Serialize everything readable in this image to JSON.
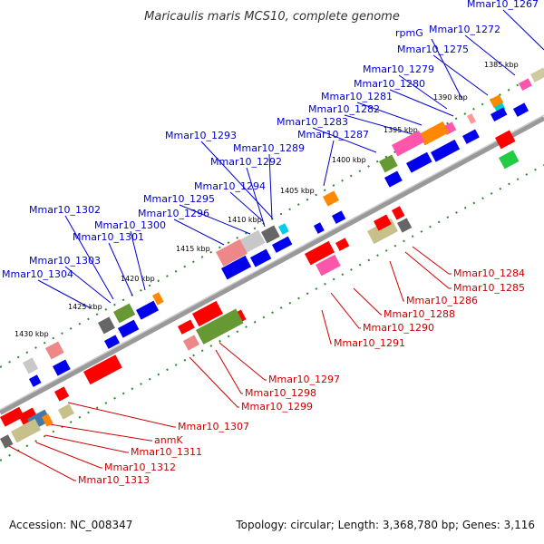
{
  "title": "Maricaulis maris MCS10, complete genome",
  "footer": {
    "accession": "Accession: NC_008347",
    "summary": "Topology: circular; Length: 3,368,780 bp; Genes: 3,116"
  },
  "colors": {
    "forward_label": "#0000cc",
    "reverse_label": "#cc0000",
    "forward_arrow": "#0000ee",
    "reverse_arrow": "#ee0000",
    "backbone": "#888888",
    "tick": "#2a8a2a"
  },
  "kbp_markers": [
    "1385 kbp",
    "1390 kbp",
    "1395 kbp",
    "1400 kbp",
    "1405 kbp",
    "1410 kbp",
    "1415 kbp",
    "1420 kbp",
    "1425 kbp",
    "1430 kbp"
  ],
  "forward_genes": [
    "Mmar10_1267",
    "Mmar10_1272",
    "rpmG",
    "Mmar10_1275",
    "Mmar10_1279",
    "Mmar10_1280",
    "Mmar10_1281",
    "Mmar10_1282",
    "Mmar10_1283",
    "Mmar10_1287",
    "Mmar10_1293",
    "Mmar10_1289",
    "Mmar10_1292",
    "Mmar10_1294",
    "Mmar10_1295",
    "Mmar10_1296",
    "Mmar10_1302",
    "Mmar10_1300",
    "Mmar10_1301",
    "Mmar10_1303",
    "Mmar10_1304"
  ],
  "reverse_genes": [
    "Mmar10_1284",
    "Mmar10_1285",
    "Mmar10_1286",
    "Mmar10_1288",
    "Mmar10_1290",
    "Mmar10_1291",
    "Mmar10_1297",
    "Mmar10_1298",
    "Mmar10_1299",
    "Mmar10_1307",
    "anmK",
    "Mmar10_1311",
    "Mmar10_1312",
    "Mmar10_1313"
  ]
}
